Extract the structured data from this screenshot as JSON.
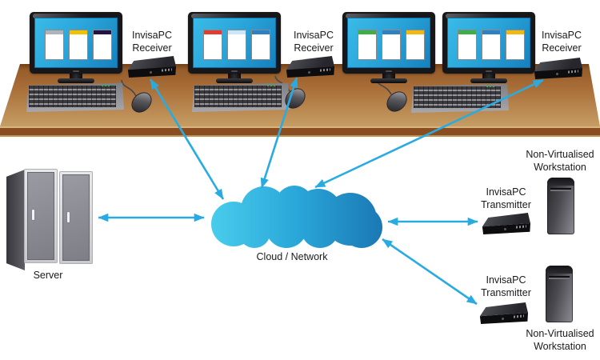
{
  "colors": {
    "arrow": "#29ABE2",
    "cloud_gradient_left": "#49CDEC",
    "cloud_gradient_mid": "#29A7D9",
    "cloud_gradient_right": "#1B78B4"
  },
  "desk_station": {
    "monitors": [
      {
        "name": "monitor-1",
        "window_titlebar_colors": [
          "#AEB4BA",
          "#F2C200",
          "#231245"
        ]
      },
      {
        "name": "monitor-2",
        "window_titlebar_colors": [
          "#E23B32",
          "#CBE7F7",
          "#2F7FC4"
        ]
      },
      {
        "name": "monitor-3",
        "window_titlebar_colors": [
          "#3FAE49",
          "#2F7FC4",
          "#F0B810"
        ]
      },
      {
        "name": "monitor-4",
        "window_titlebar_colors": [
          "#3FAE49",
          "#2F7FC4",
          "#F0B810"
        ]
      }
    ],
    "receivers": [
      {
        "label_line1": "InvisaPC",
        "label_line2": "Receiver"
      },
      {
        "label_line1": "InvisaPC",
        "label_line2": "Receiver"
      },
      {
        "label_line1": "InvisaPC",
        "label_line2": "Receiver"
      }
    ]
  },
  "cloud": {
    "label": "Cloud / Network"
  },
  "server": {
    "label": "Server"
  },
  "transmitters": [
    {
      "label_line1": "InvisaPC",
      "label_line2": "Transmitter"
    },
    {
      "label_line1": "InvisaPC",
      "label_line2": "Transmitter"
    }
  ],
  "workstations": [
    {
      "label_line1": "Non-Virtualised",
      "label_line2": "Workstation"
    },
    {
      "label_line1": "Non-Virtualised",
      "label_line2": "Workstation"
    }
  ],
  "connections": [
    {
      "from": "receiver-1",
      "to": "cloud",
      "bidirectional": true
    },
    {
      "from": "receiver-2",
      "to": "cloud",
      "bidirectional": true
    },
    {
      "from": "receiver-3",
      "to": "cloud",
      "bidirectional": true
    },
    {
      "from": "server",
      "to": "cloud",
      "bidirectional": true
    },
    {
      "from": "cloud",
      "to": "transmitter-1",
      "bidirectional": true
    },
    {
      "from": "cloud",
      "to": "transmitter-2",
      "bidirectional": true
    }
  ]
}
